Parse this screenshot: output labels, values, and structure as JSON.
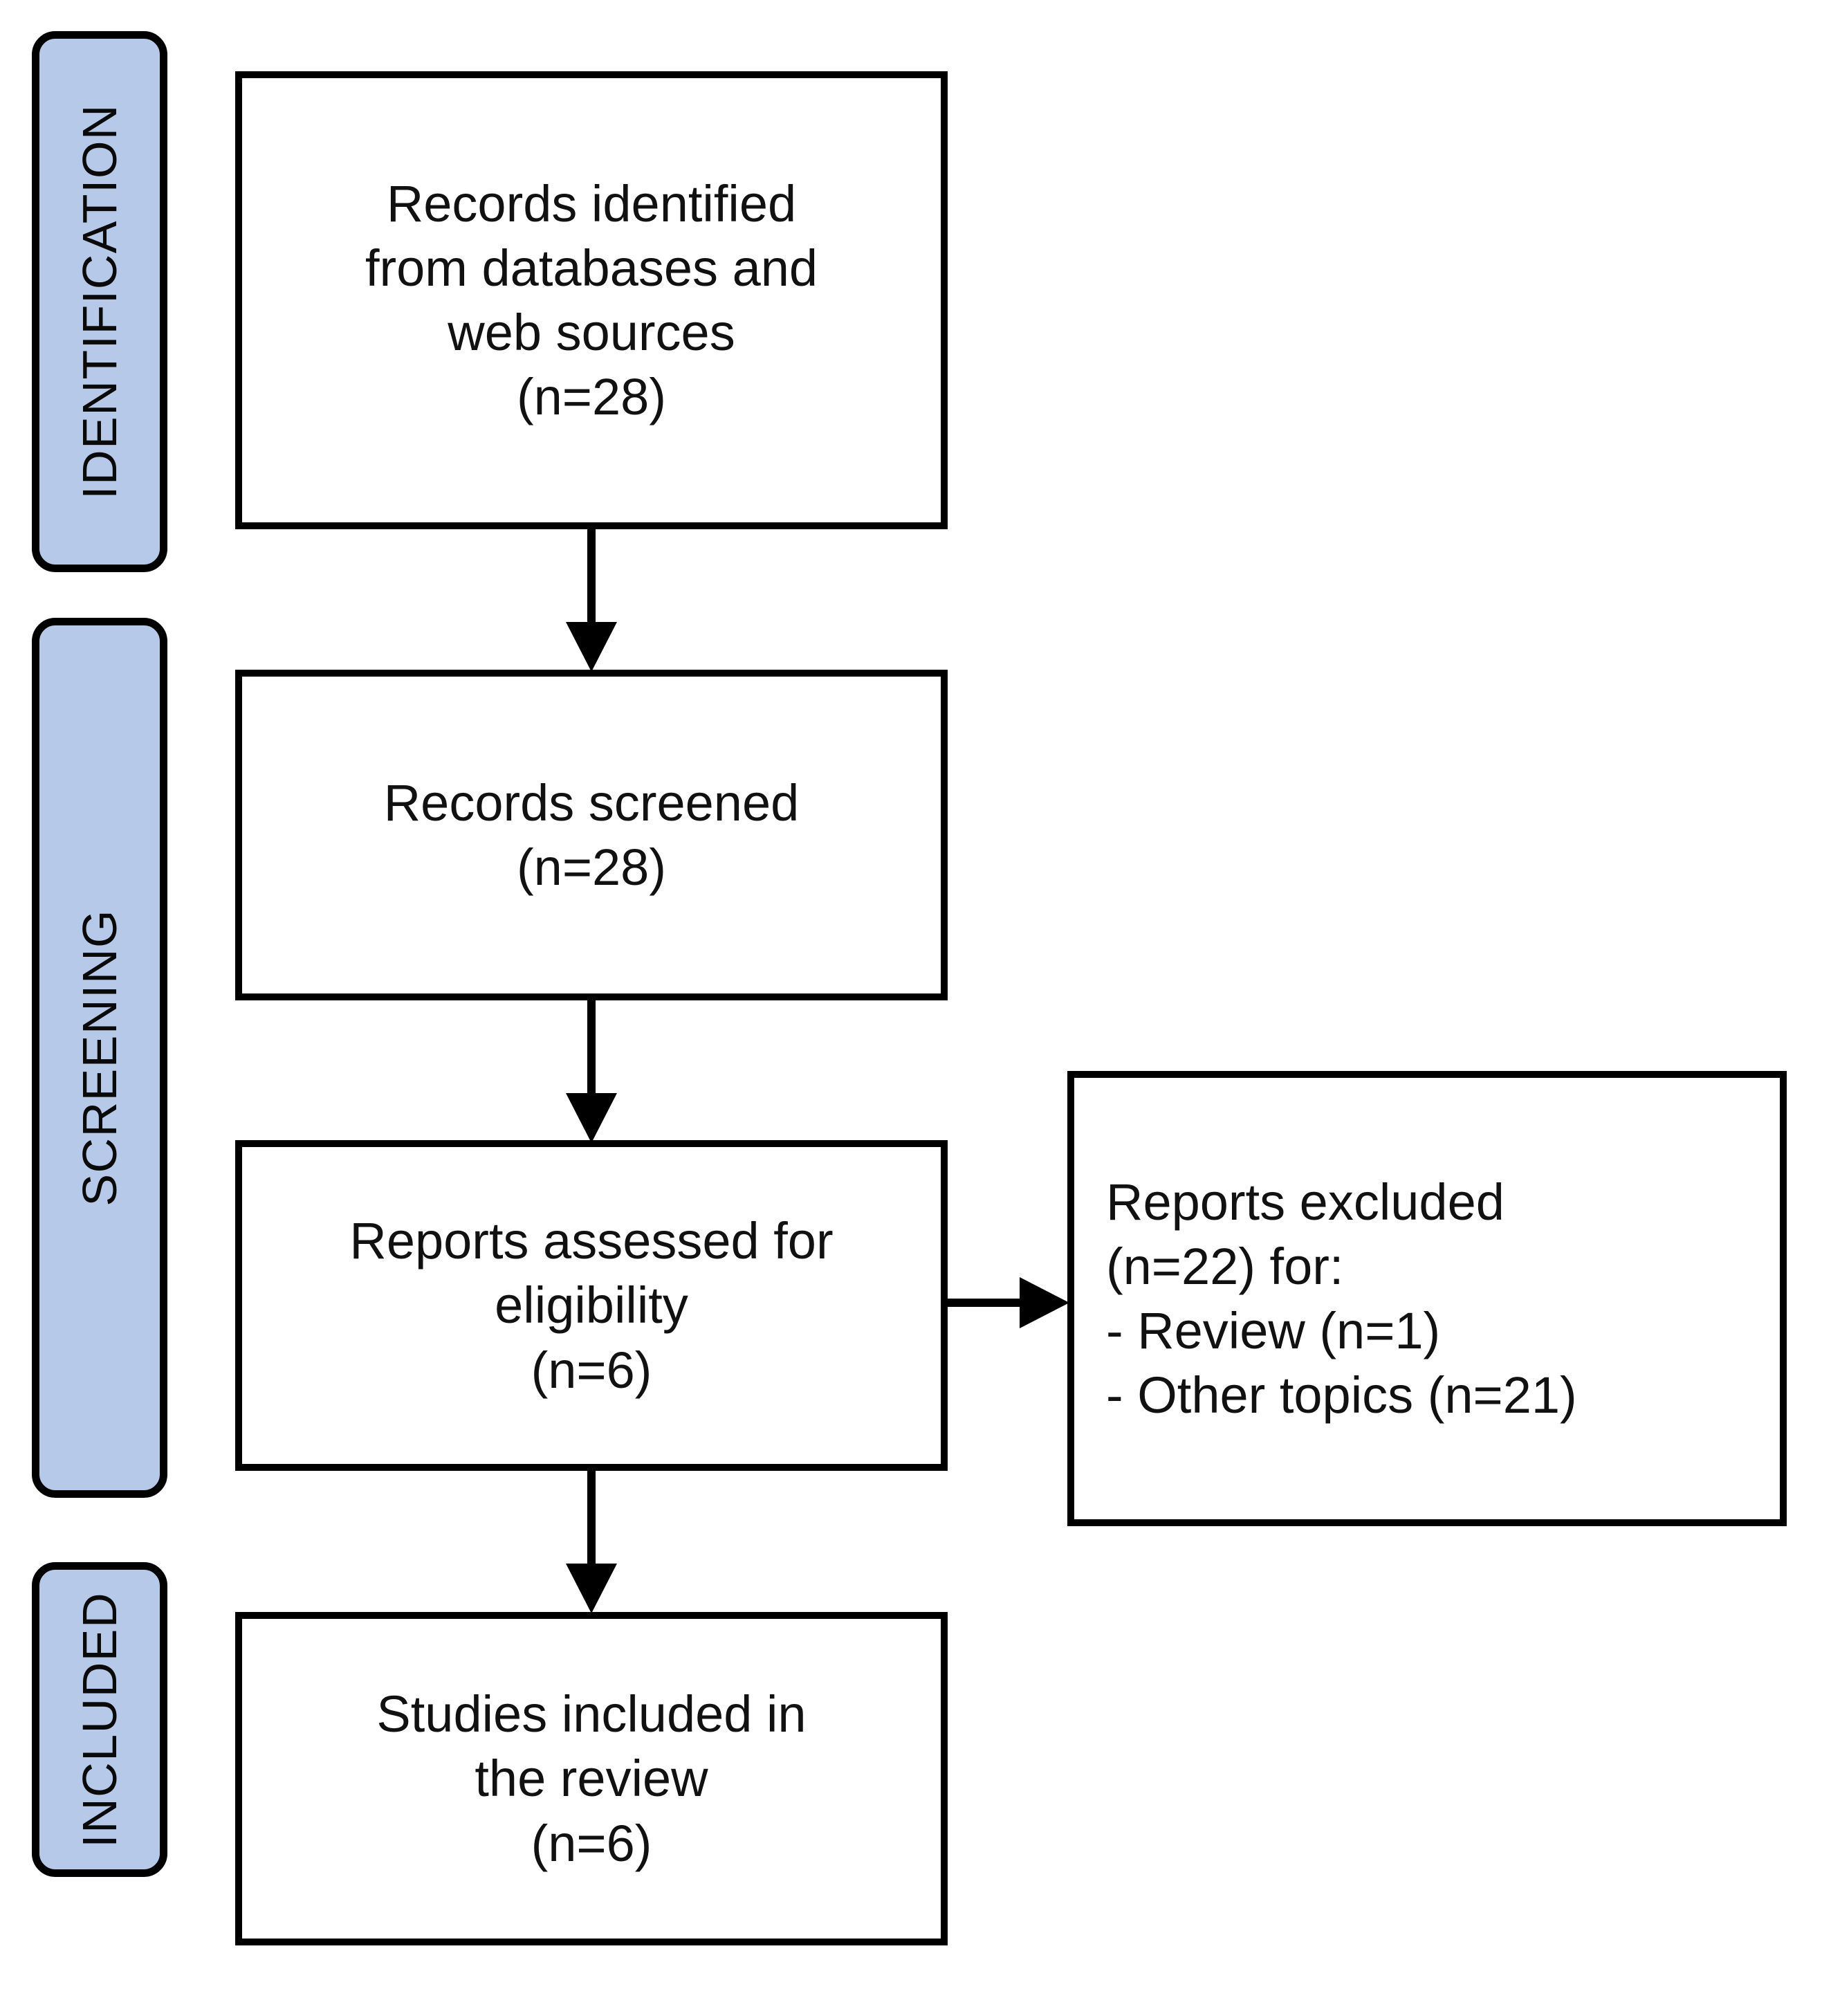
{
  "diagram": {
    "type": "prisma-flow-diagram",
    "accent_color": "#b7c9e8",
    "line_color": "#000000",
    "background_color": "#ffffff"
  },
  "stages": [
    {
      "id": "identification",
      "label": "IDENTIFICATION"
    },
    {
      "id": "screening",
      "label": "SCREENING"
    },
    {
      "id": "included",
      "label": "INCLUDED"
    }
  ],
  "boxes": {
    "identified": {
      "text": "Records identified\nfrom databases and\nweb sources\n(n=28)",
      "count": 28,
      "stage": "identification"
    },
    "screened": {
      "text": "Records screened\n(n=28)",
      "count": 28,
      "stage": "screening"
    },
    "eligible": {
      "text": "Reports assessed for\neligibility\n(n=6)",
      "count": 6,
      "stage": "screening"
    },
    "excluded": {
      "text": "Reports excluded\n(n=22) for:\n  - Review (n=1)\n  - Other topics (n=21)",
      "count": 22,
      "reasons": [
        {
          "label": "Review",
          "count": 1
        },
        {
          "label": "Other topics",
          "count": 21
        }
      ],
      "stage": "screening"
    },
    "included": {
      "text": "Studies included in\nthe review\n(n=6)",
      "count": 6,
      "stage": "included"
    }
  },
  "arrows": [
    {
      "id": "identified-to-screened",
      "from": "identified",
      "to": "screened",
      "direction": "down"
    },
    {
      "id": "screened-to-eligible",
      "from": "screened",
      "to": "eligible",
      "direction": "down"
    },
    {
      "id": "eligible-to-included",
      "from": "eligible",
      "to": "included",
      "direction": "down"
    },
    {
      "id": "eligible-to-excluded",
      "from": "eligible",
      "to": "excluded",
      "direction": "right"
    }
  ]
}
